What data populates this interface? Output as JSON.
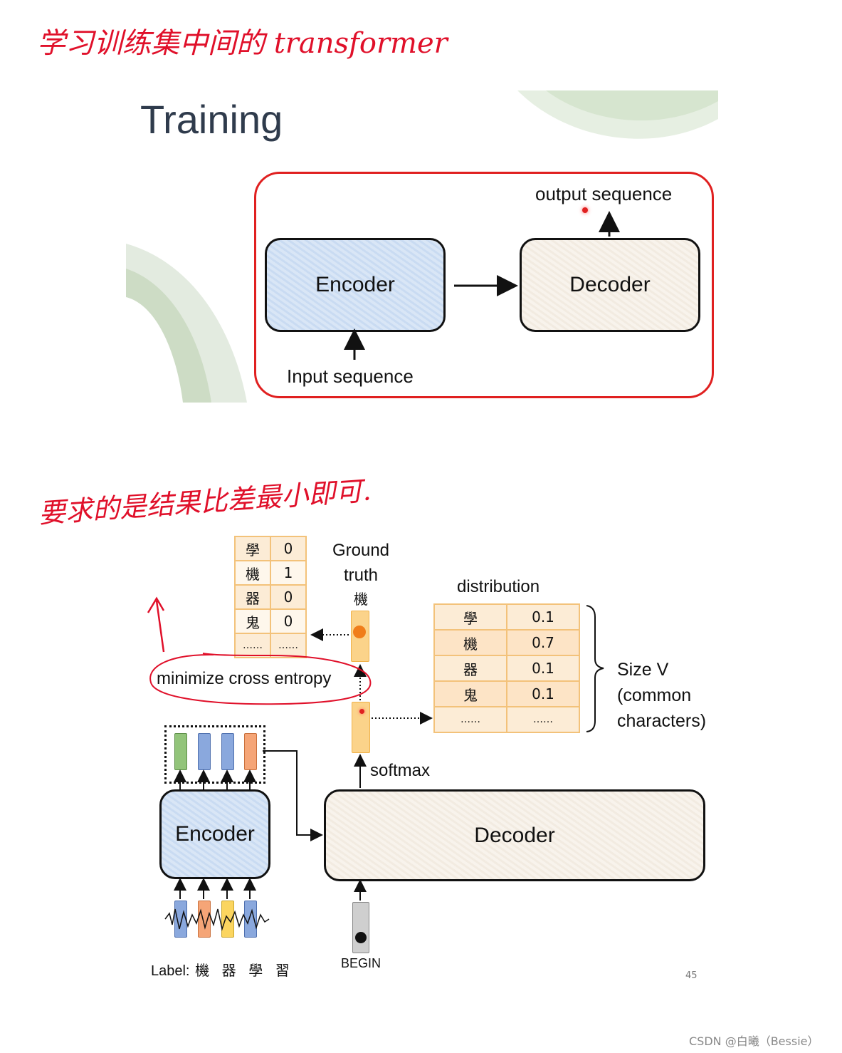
{
  "note_top": "学习训练集中间的 transformer",
  "note_mid": "要求的是结果比差最小即可.",
  "slide1": {
    "title": "Training",
    "output_label": "output sequence",
    "encoder_label": "Encoder",
    "decoder_label": "Decoder",
    "input_label": "Input sequence"
  },
  "slide2": {
    "ground_truth_table": [
      {
        "char": "學",
        "val": "0"
      },
      {
        "char": "機",
        "val": "1"
      },
      {
        "char": "器",
        "val": "0"
      },
      {
        "char": "鬼",
        "val": "0"
      },
      {
        "char": "……",
        "val": "……"
      }
    ],
    "ground_truth_label_1": "Ground",
    "ground_truth_label_2": "truth",
    "ground_truth_char": "機",
    "distribution_label": "distribution",
    "distribution_table": [
      {
        "char": "學",
        "val": "0.1"
      },
      {
        "char": "機",
        "val": "0.7"
      },
      {
        "char": "器",
        "val": "0.1"
      },
      {
        "char": "鬼",
        "val": "0.1"
      },
      {
        "char": "……",
        "val": "……"
      }
    ],
    "size_label_1": "Size V",
    "size_label_2": "(common",
    "size_label_3": "characters)",
    "cross_entropy_label": "minimize cross entropy",
    "softmax_label": "softmax",
    "encoder_label": "Encoder",
    "decoder_label": "Decoder",
    "begin_label": "BEGIN",
    "label_prefix": "Label:",
    "label_chars": [
      "機",
      "器",
      "學",
      "習"
    ],
    "page_number": "45"
  },
  "watermark": "CSDN @白曦（Bessie）",
  "colors": {
    "red": "#e02020",
    "table_border": "#f3c27a",
    "enc_fill": "#c9dbf2",
    "dec_fill": "#f2ebe1"
  }
}
